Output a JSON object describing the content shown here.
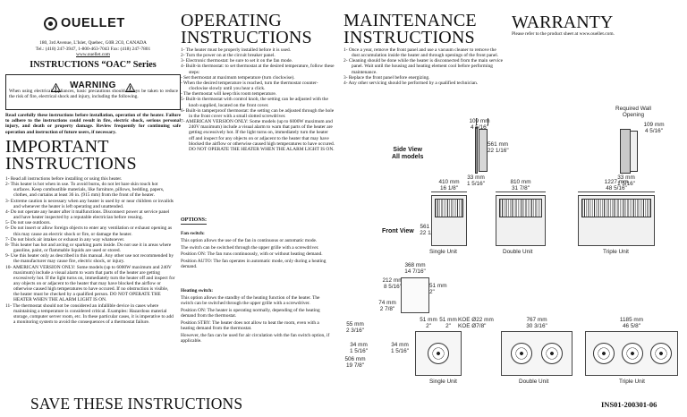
{
  "brand": {
    "name": "OUELLET",
    "address": "180, 3rd Avenue, L'Islet, Quebec, G0R 2C0, CANADA",
    "phones": "Tel.: (418) 247-3947, 1-800-463-7043  Fax: (418) 247-7801",
    "website": "www.ouellet.com",
    "series_title": "INSTRUCTIONS “OAC” Series"
  },
  "warning": {
    "title": "WARNING",
    "text": "When using electrical appliances, basic precautions should always be taken to reduce the risk of fire, electrical shock and injury, including the following."
  },
  "intro": "Read carefully these instructions before installation, operation of the heater. Failure to adhere to the instructions could result in fire, electric shock, serious personal injury, and death or property damage. Review frequently for continuing safe operation and instruction of future users, if necessary.",
  "important": {
    "title1": "IMPORTANT",
    "title2": "INSTRUCTIONS",
    "items": [
      "1-  Read all instructions before installing or using this heater.",
      "2-  This heater is hot when in use. To avoid burns, do not let bare skin touch hot surfaces. Keep combustible materials, like furniture, pillows, bedding, papers, clothes, and curtains at least 36 in. (915 mm) from the front of the heater.",
      "3-  Extreme caution is necessary when any heater is used by or near children or invalids and whenever the heater is left operating and unattended.",
      "4-  Do not operate any heater after it malfunctions. Disconnect power at service panel and have heater inspected by a reputable electrician before reusing.",
      "5-  Do not use outdoors.",
      "6-  Do not insert or allow foreign objects to enter any ventilation or exhaust opening as this may cause an electric shock or fire, or damage the heater.",
      "7-  Do not block air intakes or exhaust in any way whatsoever.",
      "8-  This heater has hot and arcing or sparking parts inside. Do not use it in areas where gasoline, paint, or flammable liquids are used or stored.",
      "9-  Use this heater only as described in this manual. Any other use not recommended by the manufacturer may cause fire, electric shock, or injury.",
      "10- AMERICAN VERSION ONLY: Some models (up to 6000W maximum and 240V maximum) include a visual alarm to warn that parts of the heater are getting excessively hot. If the light turns on, immediately turn the heater off and inspect for any objects on or adjacent to the heater that may have blocked the airflow or otherwise caused high temperatures to have occured. If no obstruction is visible, the heater must be checked by a qualified person. DO NOT OPERATE THE HEATER WHEN THE ALARM LIGHT IS ON.",
      "11- The thermostat should not be considered an infallible device in cases where maintaining a temperature is considered critical. Examples: Hazardous material storage, computer server room, etc. In these particular cases, it is imperative to add a monitoring system to avoid the consequences of a thermostat failure."
    ]
  },
  "save_title": "SAVE THESE INSTRUCTIONS",
  "operating": {
    "title1": "OPERATING",
    "title2": "INSTRUCTIONS",
    "items": [
      "1-  The heater must be properly installed before it is used.",
      "2-  Turn the power on at the circuit breaker panel.",
      "3-  Electronic thermostat: be sure to set it on the fan mode.",
      "4-  Built-in thermostat: to set thermostat at the desired temperature, follow these steps:",
      "   - Set thermostat at maximum temperature (turn clockwise).",
      "   - When the desired temperature is reached, turn the thermostat counter-clockwise slowly until you hear a click.",
      "   - The thermostat will keep this room temperature.",
      "5-  Built-in thermostat with control knob, the setting can be adjusted with the knob supplied, located on the front cover.",
      "6-  Built-in tamperproof thermostat: the setting can be adjusted through the hole in the front cover with a small slotted screwdriver.",
      "7-  AMERICAN VERSION ONLY: Some models (up to 6000W maximum and 240V maximum) include a visual alarm to warn that parts of the heater are getting excessively hot. If the light turns on, immediately turn the heater off and inspect for any objects on or adjacent to the heater that may have blocked the airflow or otherwise caused high temperatures to have occured. DO NOT OPERATE THE HEATER WHEN THE ALARM LIGHT IS ON."
    ],
    "options_title": "OPTIONS:",
    "fan_title": "Fan switch:",
    "fan_text": [
      "This option allows the use of the fan in continuous or automatic mode.",
      "The switch can be switched through the upper grille with a screwdriver.",
      "Position ON: The fan runs continuously, with or without heating demand.",
      "Position AUTO: The fan operates in automatic mode, only during a heating demand."
    ],
    "heat_title": "Heating switch:",
    "heat_text": [
      "This option allows the standby of the heating function of the heater. The switch can be switched through the upper grille with a screwdriver.",
      "Position ON: The heater is operating normally, depending of the heating demand from the thermostat.",
      "Position STBY: The heater does not allow to heat the room, even with a heating demand from the thermostat.",
      "However, the fan can be used for air circulation with the fan switch option, if applicable."
    ]
  },
  "maintenance": {
    "title1": "MAINTENANCE",
    "title2": "INSTRUCTIONS",
    "items": [
      "1- Once a year, remove the front panel and use a vacuum cleaner to remove the dust accumulation inside the heater and through openings of the front panel.",
      "2- Cleaning should be done while the heater is disconnected from the main service panel. Wait until the housing and heating element cool before performing maintenance.",
      "3- Replace the front panel before energizing.",
      "4- Any other servicing should be performed by a qualified technician."
    ]
  },
  "warranty": {
    "title": "WARRANTY",
    "text": "Please refer to the product sheet at www.ouellet.com."
  },
  "diagram": {
    "required_opening": "Required Wall Opening",
    "side_view": "Side View",
    "all_models": "All models",
    "front_view": "Front View",
    "dims": {
      "side_109a": "109 mm",
      "side_109a_in": "4 5/16\"",
      "side_109b": "109 mm",
      "side_109b_in": "4 5/16\"",
      "side_561": "561 mm",
      "side_561_in": "22 1/16\"",
      "side_33a": "33 mm",
      "side_33a_in": "1 5/16\"",
      "side_33b": "33 mm",
      "side_33b_in": "1 5/16\"",
      "front_410": "410 mm",
      "front_410_in": "16 1/8\"",
      "front_810": "810 mm",
      "front_810_in": "31 7/8\"",
      "front_1227": "1227 mm",
      "front_1227_in": "48 5/16\"",
      "front_561": "561 mm",
      "front_561_in": "22 1/16\"",
      "b_368": "368 mm",
      "b_368_in": "14 7/16\"",
      "b_212": "212 mm",
      "b_212_in": "8 5/16\"",
      "b_51": "51 mm",
      "b_51_in": "2\"",
      "b_74": "74 mm",
      "b_74_in": "2 7/8\"",
      "b_55": "55 mm",
      "b_55_in": "2 3/16\"",
      "b_51b": "51 mm",
      "b_51b_in": "2\"",
      "b_51c": "51 mm",
      "b_51c_in": "2\"",
      "b_koe": "KOE Ø22 mm",
      "b_koe_in": "KOE Ø7/8\"",
      "b_767": "767 mm",
      "b_767_in": "30 3/16\"",
      "b_1185": "1185 mm",
      "b_1185_in": "46 5/8\"",
      "b_34a": "34 mm",
      "b_34a_in": "1 5/16\"",
      "b_34b": "34 mm",
      "b_34b_in": "1 5/16\"",
      "b_506": "506 mm",
      "b_506_in": "19 7/8\""
    },
    "units": {
      "single": "Single Unit",
      "double": "Double Unit",
      "triple": "Triple Unit"
    }
  },
  "doc_id": "INS01-200301-06"
}
